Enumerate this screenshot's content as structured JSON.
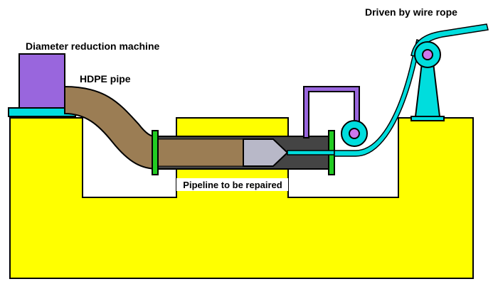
{
  "labels": {
    "machine": "Diameter reduction machine",
    "hdpe": "HDPE pipe",
    "pipeline": "Pipeline to be repaired",
    "winch": "Driven by wire rope"
  },
  "colors": {
    "ground": "#ffff00",
    "machine": "#9966dd",
    "cyan": "#00dddd",
    "hdpe": "#9b7d54",
    "pipeline": "#444444",
    "cone": "#b8b8c8",
    "flange": "#22cc22",
    "winch_pulley": "#cc77ee",
    "rope": "#00dddd"
  }
}
